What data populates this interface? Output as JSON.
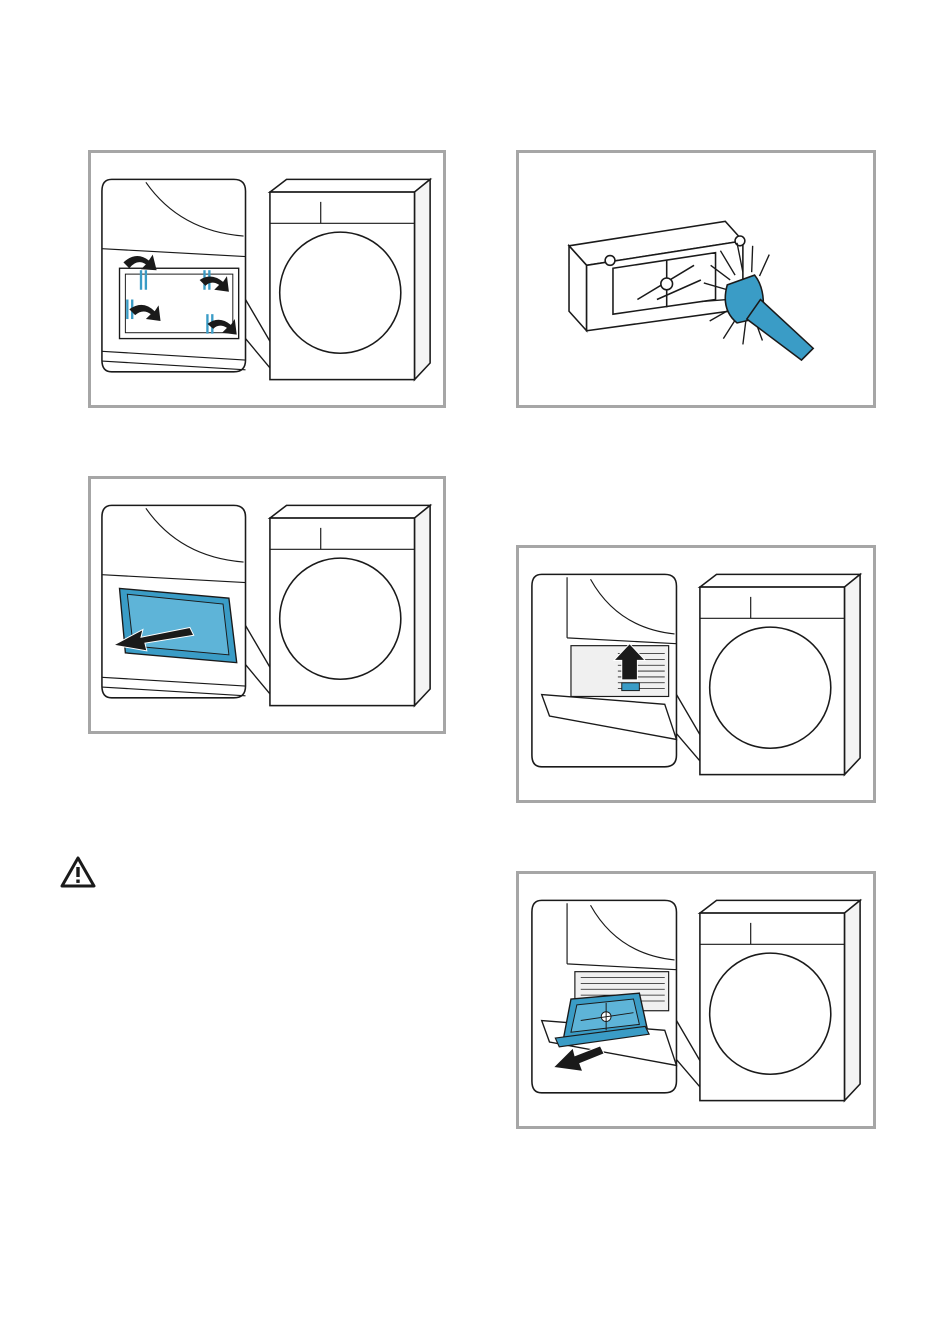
{
  "page": {
    "background": "#ffffff"
  },
  "colors": {
    "accent_blue": "#3a9cc6",
    "frame_gray": "#a6a6a6",
    "line": "#1a1a1a"
  },
  "panels": [
    {
      "id": "step-unlock-clips",
      "arrows": "black",
      "highlight": "none"
    },
    {
      "id": "step-clean-cover",
      "arrows": "none",
      "highlight": "brush"
    },
    {
      "id": "step-pull-cover",
      "arrows": "black",
      "highlight": "cover"
    },
    {
      "id": "step-lift-filter",
      "arrows": "black",
      "highlight": "tab"
    },
    {
      "id": "step-pull-filter",
      "arrows": "black",
      "highlight": "filter"
    }
  ],
  "icons": {
    "warning": "warning-icon"
  }
}
